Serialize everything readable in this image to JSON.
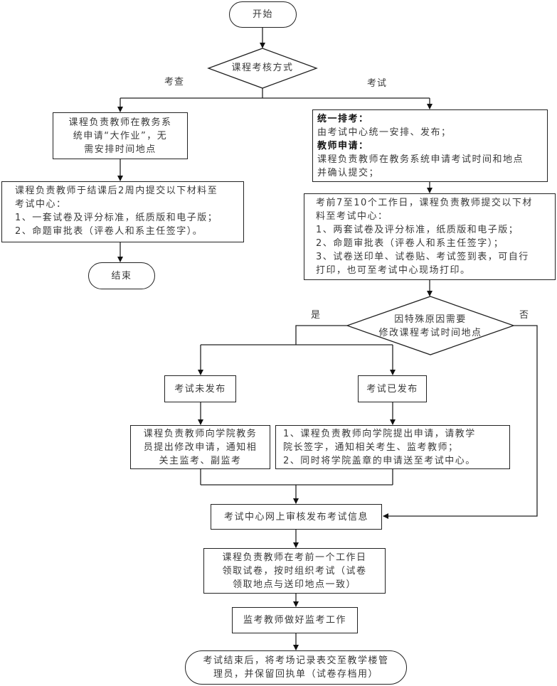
{
  "start": {
    "label": "开始"
  },
  "decision_method": {
    "label": "课程考核方式",
    "branch_left": "考查",
    "branch_right": "考试"
  },
  "check_path": {
    "apply_box": {
      "lines": [
        "课程负责教师在教务系",
        "统申请“大作业”，无",
        "需安排时间地点"
      ]
    },
    "submit_box": {
      "lines": [
        "课程负责教师于结课后2周内提交以下材料至",
        "考试中心：",
        "1、一套试卷及评分标准，纸质版和电子版；",
        "2、命题审批表（评卷人和系主任签字）。"
      ]
    },
    "end": {
      "label": "结束"
    }
  },
  "exam_path": {
    "schedule_box": {
      "heading1": "统一排考：",
      "text1": "由考试中心统一安排、发布；",
      "heading2": "教师申请：",
      "text2_lines": [
        "课程负责教师在教务系统申请考试时间和地点",
        "并确认提交；"
      ]
    },
    "materials_box": {
      "lines": [
        "考前7至10个工作日，课程负责教师提交以下材",
        "料至考试中心：",
        "1、两套试卷及评分标准，纸质版和电子版；",
        "2、命题审批表（评卷人和系主任签字）；",
        "3、试卷送印单、试卷贴、考试签到表，可自行",
        "打印，也可至考试中心现场打印。"
      ]
    }
  },
  "decision_change": {
    "lines": [
      "因特殊原因需要",
      "修改课程考试时间地点"
    ],
    "branch_yes": "是",
    "branch_no": "否"
  },
  "not_published": {
    "label": "考试未发布",
    "action": {
      "lines": [
        "课程负责教师向学院教务",
        "员提出修改申请，通知相",
        "关主监考、副监考"
      ]
    }
  },
  "published": {
    "label": "考试已发布",
    "action": {
      "lines": [
        "1、课程负责教师向学院提出申请，请教学",
        "院长签字，通知相关考生、监考教师；",
        "2、同时将学院盖章的申请送至考试中心。"
      ]
    }
  },
  "review_box": {
    "label": "考试中心网上审核发布考试信息"
  },
  "collect_box": {
    "lines": [
      "课程负责教师在考前一个工作日",
      "领取试卷，按时组织考试（试卷",
      "领取地点与送印地点一致）"
    ]
  },
  "invigilate_box": {
    "label": "监考教师做好监考工作"
  },
  "final_terminal": {
    "lines": [
      "考试结束后，将考场记录表交至教学楼管",
      "理员，并保留回执单（试卷存档用）"
    ]
  }
}
